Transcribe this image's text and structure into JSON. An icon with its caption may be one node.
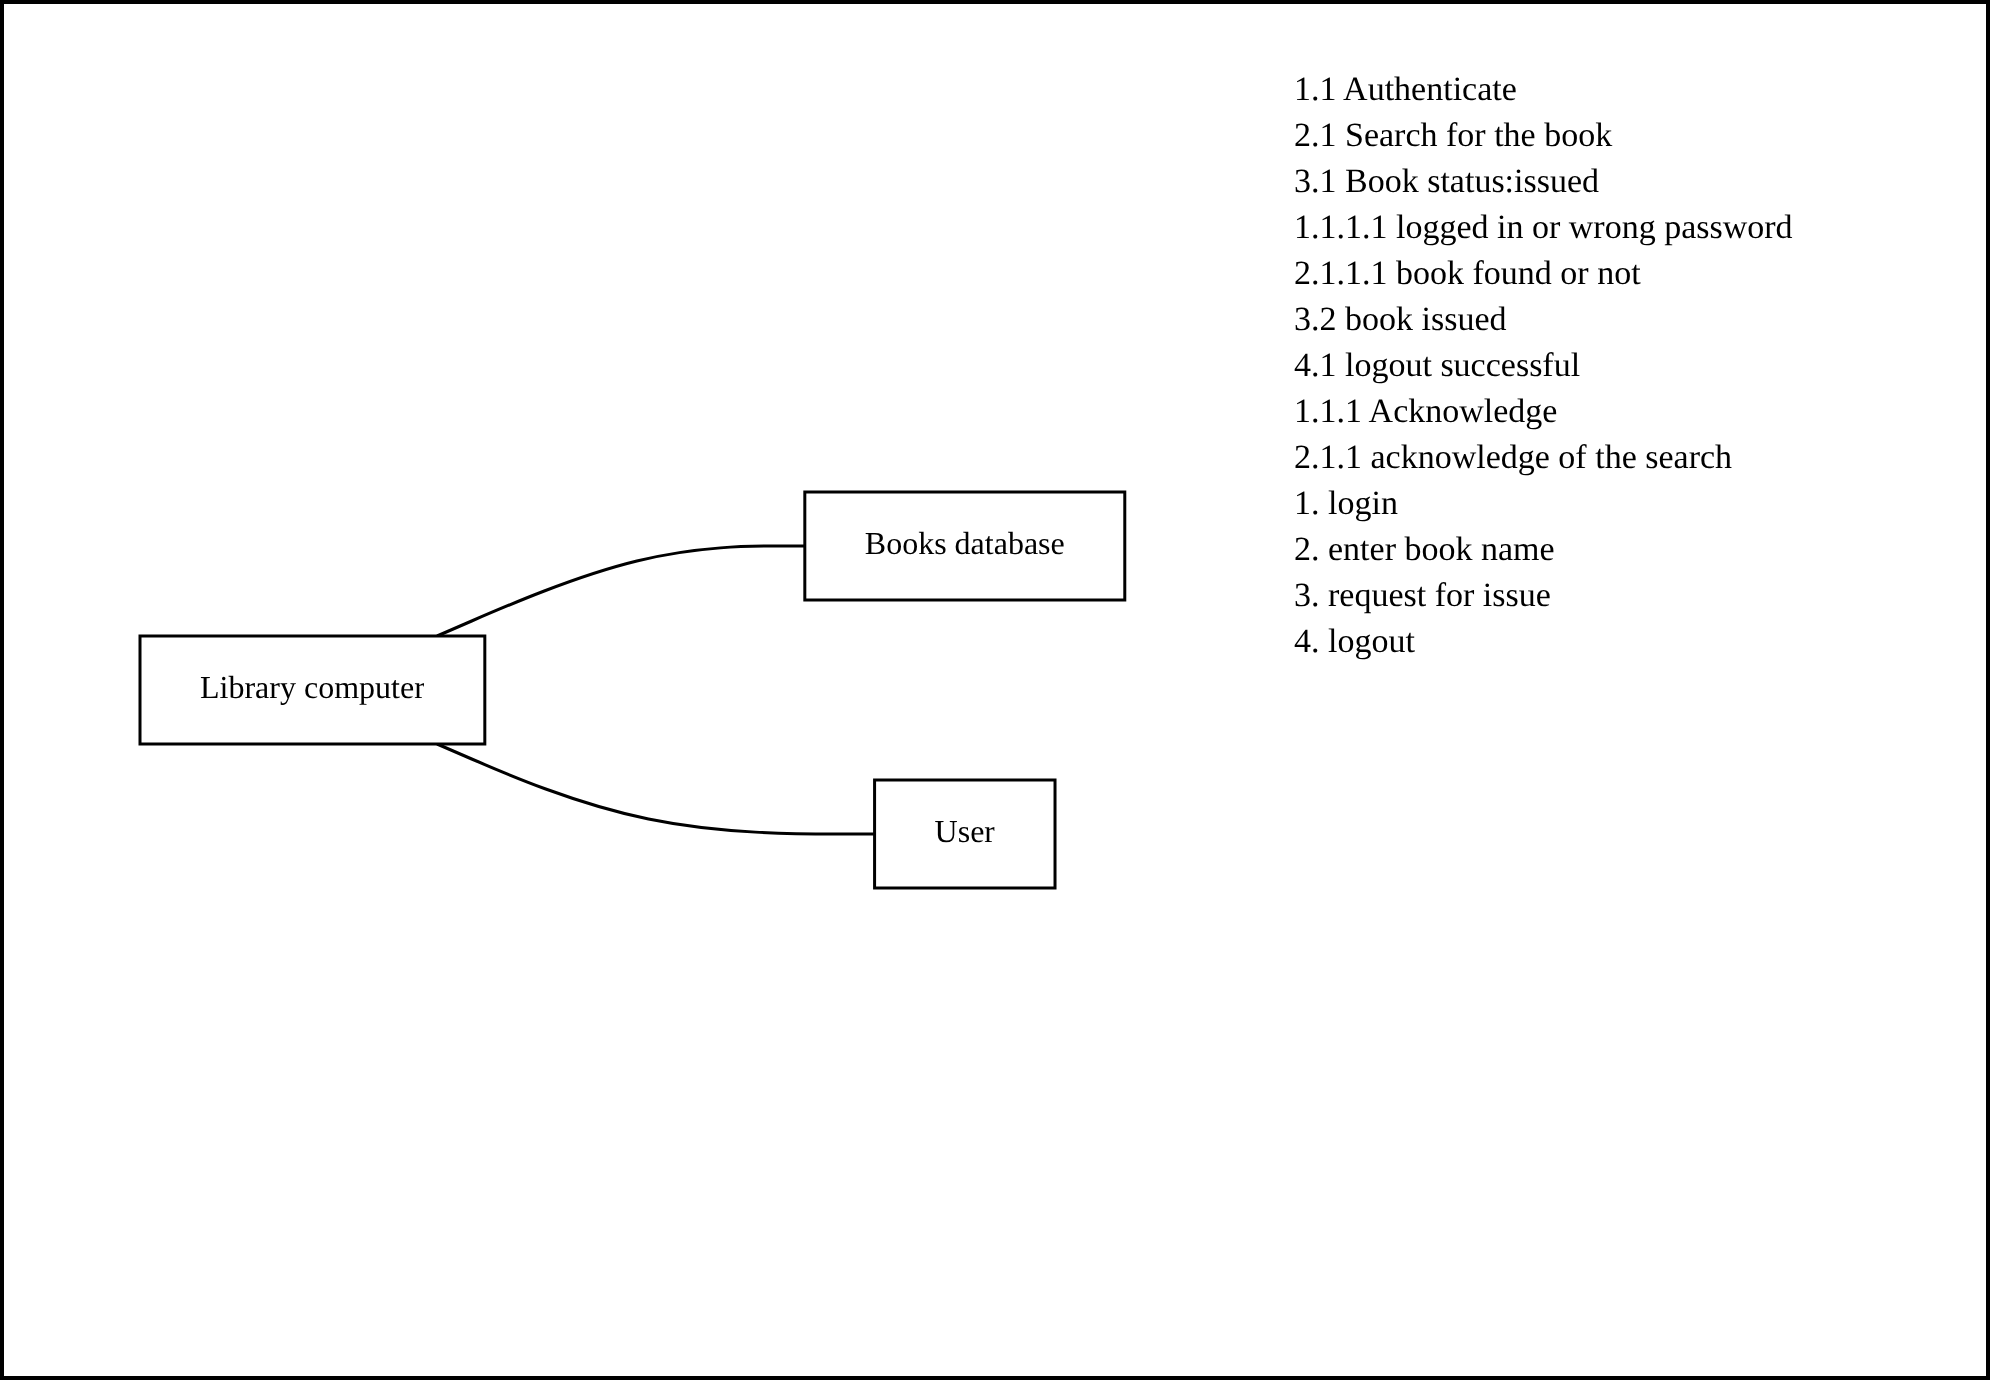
{
  "diagram": {
    "nodes": [
      {
        "text": [
          "Library computer"
        ]
      },
      {
        "text": [
          "Books database"
        ]
      },
      {
        "text": [
          "User"
        ]
      }
    ],
    "edges": [
      {
        "from": 0,
        "to": 1,
        "arrow": "none"
      },
      {
        "from": 0,
        "to": 2,
        "arrow": "none"
      }
    ],
    "labels": [
      "1.1 Authenticate",
      "2.1 Search for the book",
      "3.1 Book status:issued",
      "1.1.1.1 logged in or wrong password",
      "2.1.1.1 book found or not",
      "3.2 book issued",
      "4.1 logout successful",
      "1.1.1 Acknowledge",
      "2.1.1 acknowledge of the search",
      "1. login",
      "2. enter book name",
      "3. request for issue",
      "4. logout"
    ]
  }
}
